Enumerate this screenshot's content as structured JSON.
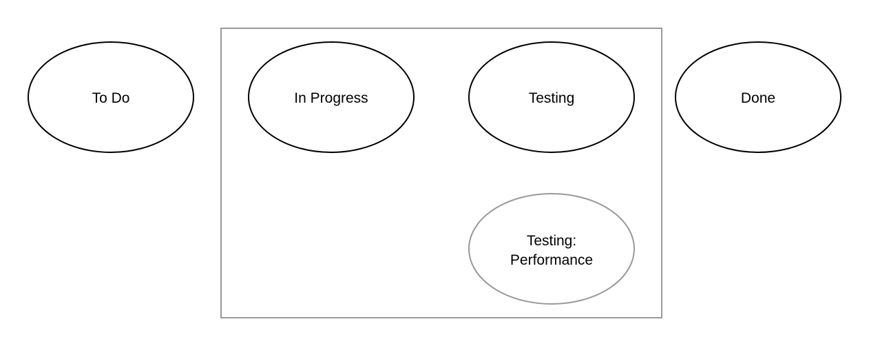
{
  "colors": {
    "background": "#ffffff",
    "node_stroke": "#000000",
    "container_stroke": "#999999",
    "secondary_stroke": "#999999",
    "text": "#000000"
  },
  "nodes": {
    "todo": {
      "label": "To Do"
    },
    "in_progress": {
      "label": "In Progress"
    },
    "testing": {
      "label": "Testing"
    },
    "done": {
      "label": "Done"
    },
    "testing_performance": {
      "label_line1": "Testing:",
      "label_line2": "Performance"
    }
  }
}
